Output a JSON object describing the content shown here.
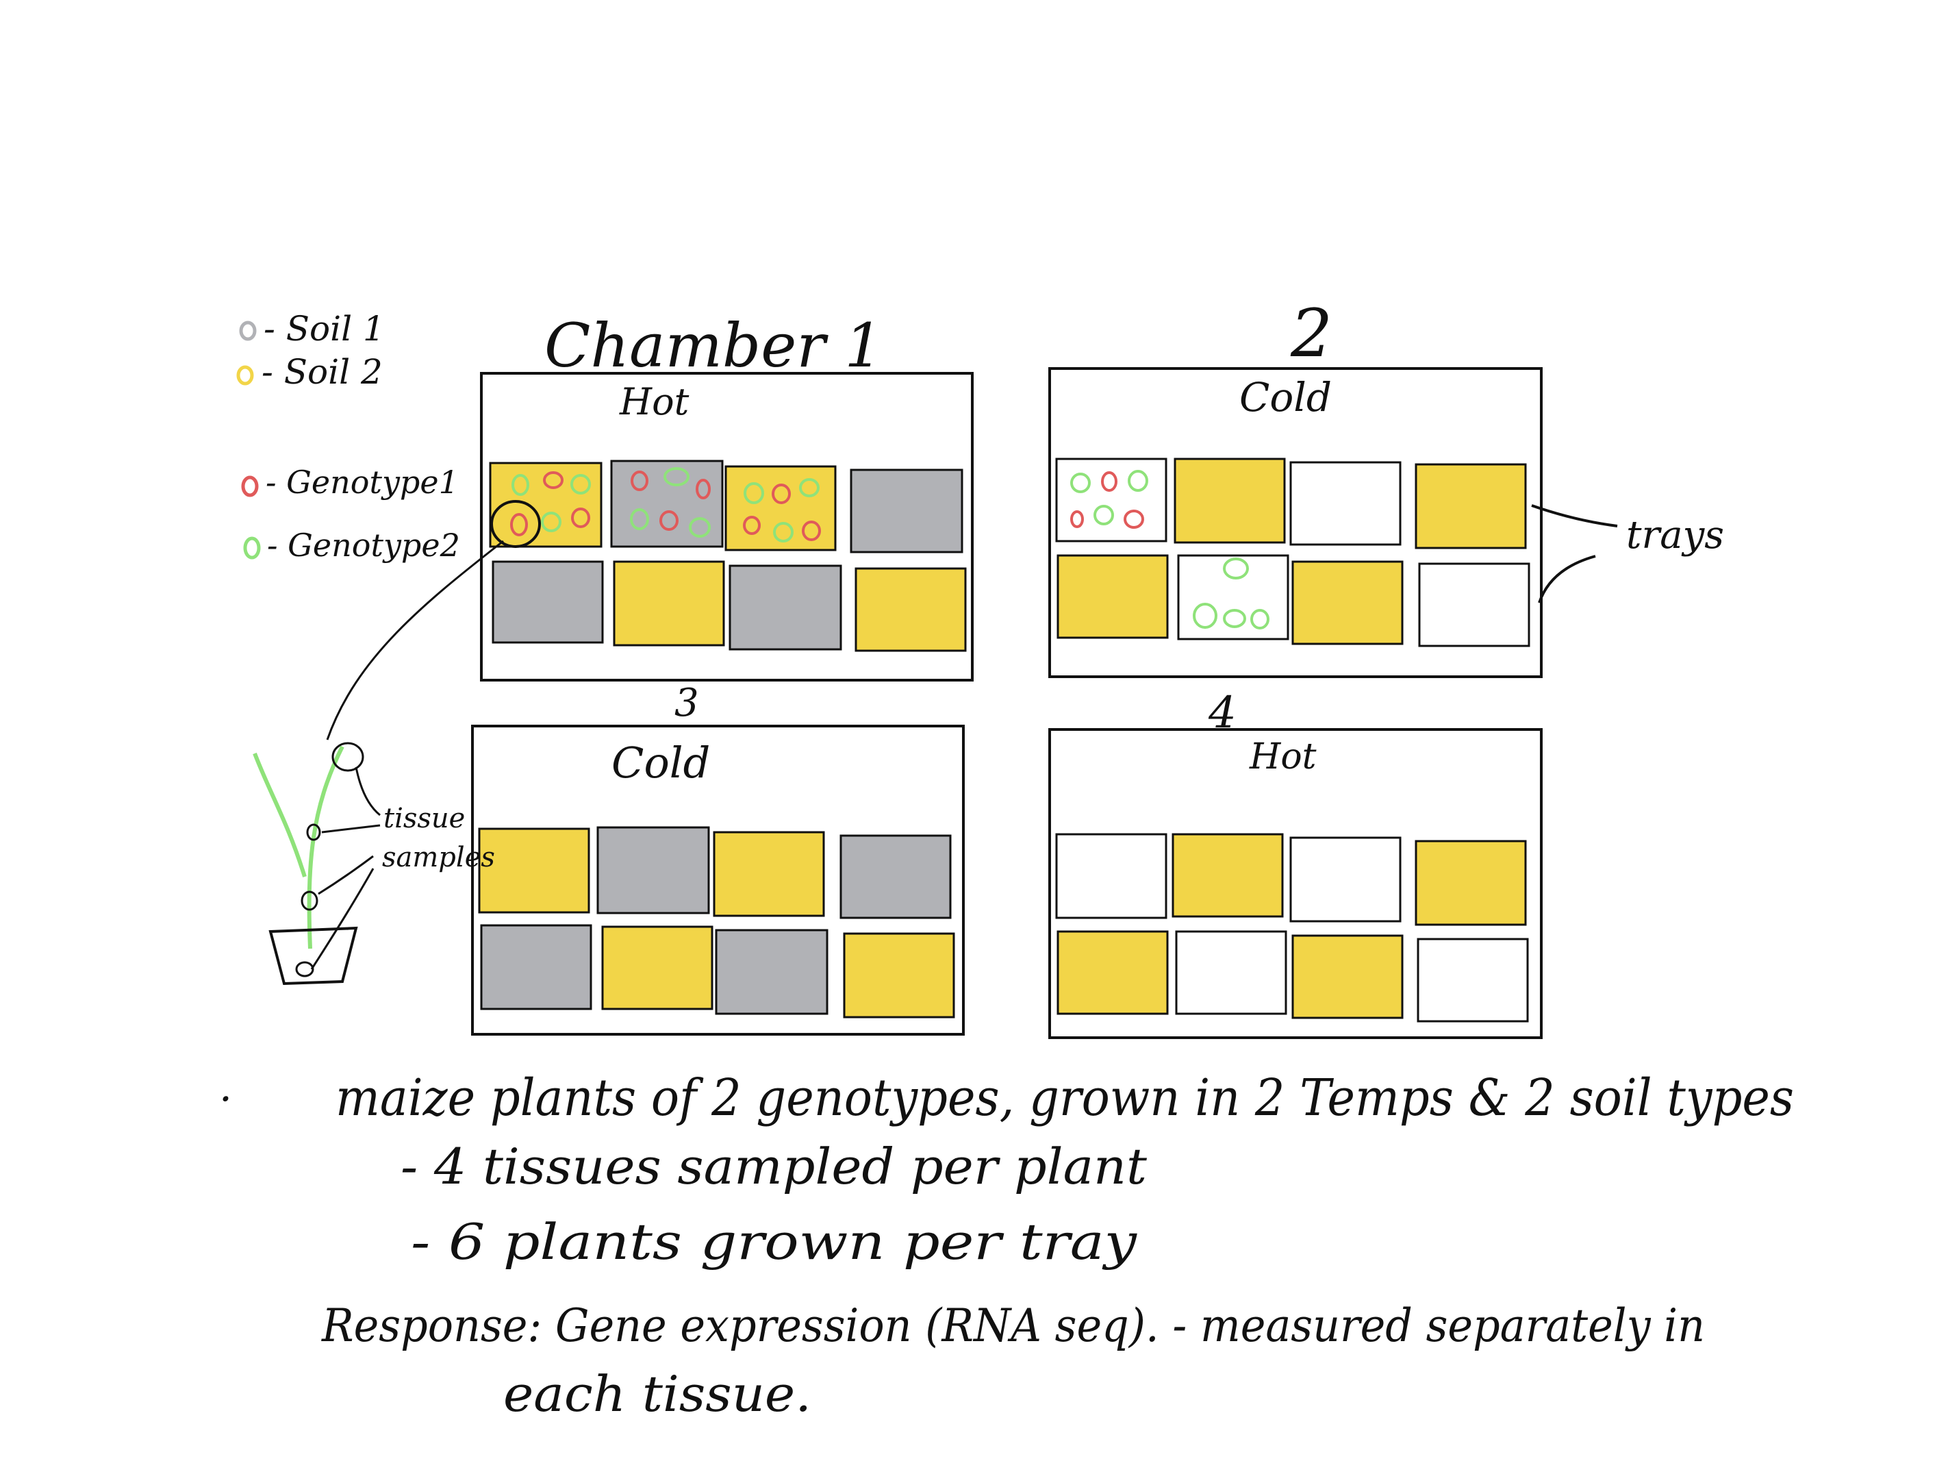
{
  "legend": {
    "soil1": "Soil 1",
    "soil2": "Soil 2",
    "genotype1": "Genotype1",
    "genotype2": "Genotype2"
  },
  "chambers": [
    {
      "number": "Chamber 1",
      "temp": "Hot",
      "trays": [
        [
          "soil2",
          "soil1",
          "soil2",
          "soil1"
        ],
        [
          "soil1",
          "soil2",
          "soil1",
          "soil2"
        ]
      ]
    },
    {
      "number": "2",
      "temp": "Cold",
      "trays": [
        [
          "empty",
          "soil2",
          "empty",
          "soil2"
        ],
        [
          "soil2",
          "empty",
          "soil2",
          "empty"
        ]
      ]
    },
    {
      "number": "3",
      "temp": "Cold",
      "trays": [
        [
          "soil2",
          "soil1",
          "soil2",
          "soil1"
        ],
        [
          "soil1",
          "soil2",
          "soil1",
          "soil2"
        ]
      ]
    },
    {
      "number": "4",
      "temp": "Hot",
      "trays": [
        [
          "empty",
          "soil2",
          "empty",
          "soil2"
        ],
        [
          "soil2",
          "empty",
          "soil2",
          "empty"
        ]
      ]
    }
  ],
  "labels": {
    "trays": "trays",
    "tissue_samples_1": "tissue",
    "tissue_samples_2": "samples"
  },
  "notes": {
    "bullet": "·",
    "line1": "maize plants of 2 genotypes, grown in 2 Temps & 2 soil types",
    "line2": "- 4 tissues sampled per plant",
    "line3": "- 6 plants grown per tray",
    "line4": "Response: Gene expression (RNA seq). - measured separately in",
    "line5": "each tissue."
  },
  "colors": {
    "soil1": "#b1b2b6",
    "soil2": "#f2d548",
    "empty": "#ffffff",
    "genotype1": "#e05a5a",
    "genotype2": "#8fe27a",
    "ink": "#111111",
    "plant": "#8fe27a"
  }
}
